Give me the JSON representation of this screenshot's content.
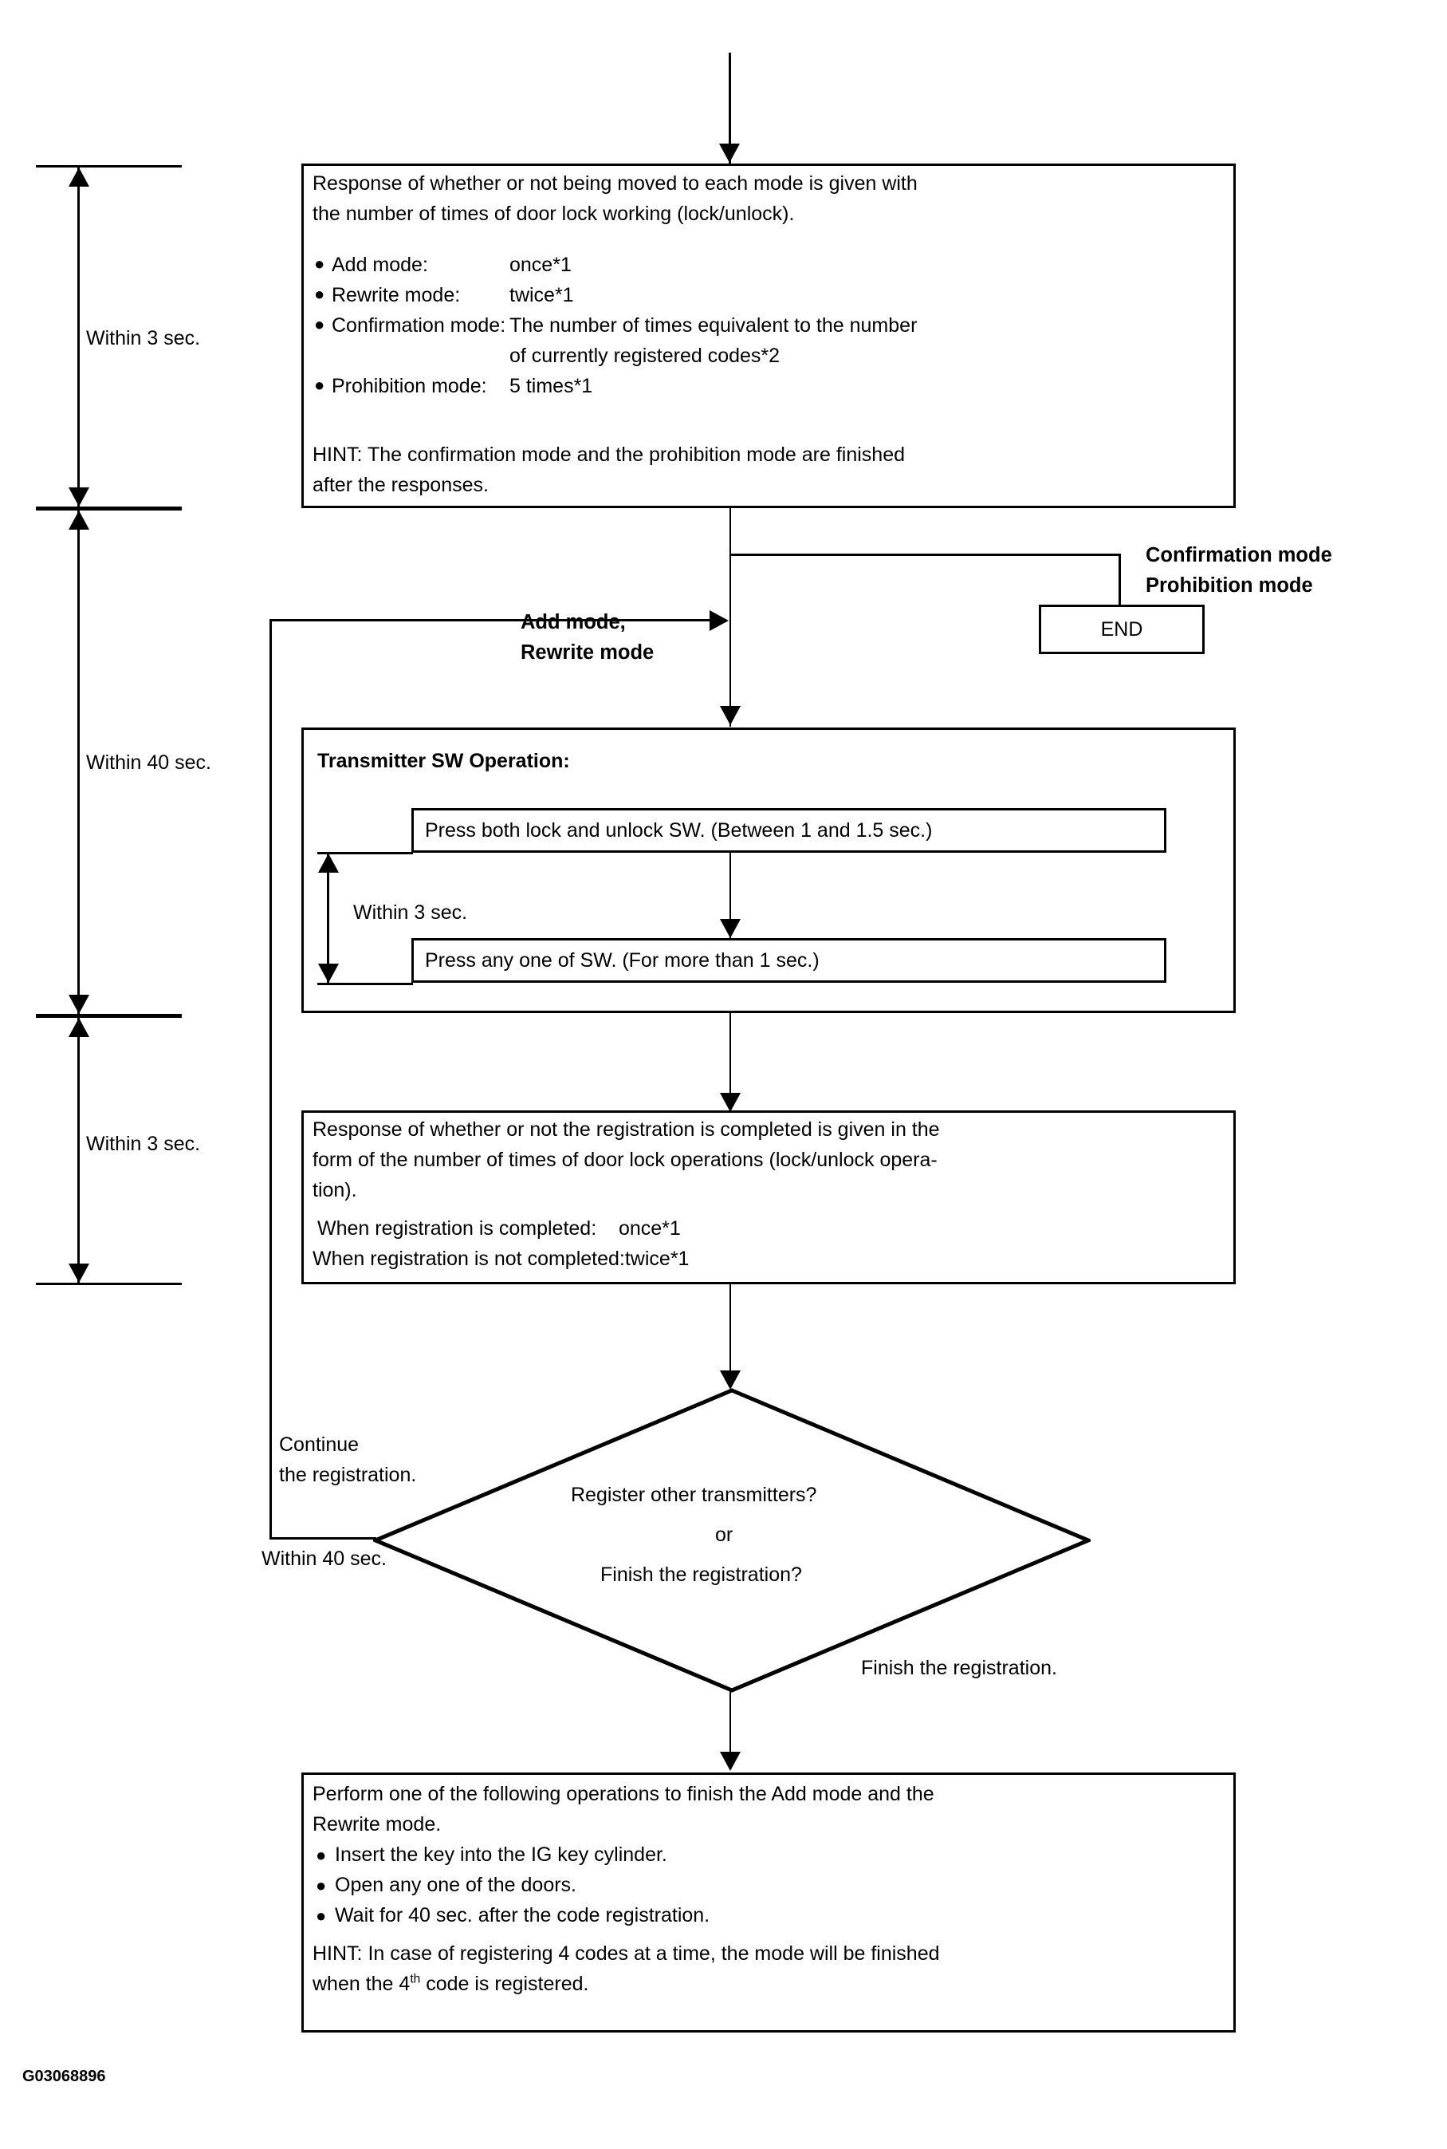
{
  "figure": {
    "code": "G03068896",
    "type": "flowchart",
    "title": "Transmitter code registration flow"
  },
  "time_brackets": [
    {
      "name": "within-3-sec-top",
      "label": "Within 3 sec."
    },
    {
      "name": "within-40-sec-mid",
      "label": "Within 40 sec."
    },
    {
      "name": "within-3-sec-bottom",
      "label": "Within 3 sec."
    },
    {
      "name": "within-3-sec-inner",
      "label": "Within 3 sec."
    },
    {
      "name": "within-40-sec-loop",
      "label": "Within 40 sec."
    }
  ],
  "box_response_mode": {
    "intro_line1": "Response of whether or not being moved to each mode is given with",
    "intro_line2": "the number of times of door lock working (lock/unlock).",
    "modes": [
      {
        "bullet": "●",
        "name": "Add mode:",
        "value": "once*1",
        "value2": ""
      },
      {
        "bullet": "●",
        "name": "Rewrite mode:",
        "value": "twice*1",
        "value2": ""
      },
      {
        "bullet": "●",
        "name": "Confirmation mode:",
        "value": "The number of times equivalent to the number",
        "value2": "of currently registered codes*2"
      },
      {
        "bullet": "●",
        "name": "Prohibition mode:",
        "value": "5 times*1",
        "value2": ""
      }
    ],
    "hint_line1": "HINT: The confirmation mode and the prohibition mode are finished",
    "hint_line2": "after the responses."
  },
  "branch_labels": {
    "confirmation_mode": "Confirmation mode",
    "prohibition_mode": "Prohibition mode",
    "add_mode": "Add mode,",
    "rewrite_mode": "Rewrite mode"
  },
  "end_node": {
    "label": "END"
  },
  "box_transmitter": {
    "title": "Transmitter SW Operation:",
    "step1": "Press both lock and unlock SW. (Between 1 and 1.5 sec.)",
    "step2": "Press any one of SW. (For more than 1 sec.)",
    "inner_bracket_label": "Within 3 sec."
  },
  "box_registration_response": {
    "line1": "Response of whether or not the registration is completed is given in the",
    "line2": "form of the number of times of door lock operations (lock/unlock opera-",
    "line3": "tion).",
    "row1": "When registration is completed:    once*1",
    "row2": "When registration is not completed:twice*1"
  },
  "decision": {
    "line1": "Register other transmitters?",
    "line2": "or",
    "line3": "Finish the registration?",
    "branch_continue_line1": "Continue",
    "branch_continue_line2": "the registration.",
    "branch_continue_time": "Within 40 sec.",
    "branch_finish": "Finish the registration."
  },
  "box_finish": {
    "line1": "Perform one of the following operations to finish the Add mode and the",
    "line2": "Rewrite mode.",
    "bullets": [
      "Insert the key into the IG key cylinder.",
      "Open any one of the doors.",
      "Wait for 40 sec. after the code registration."
    ],
    "hint_line1": "HINT: In case of registering 4 codes at a time, the mode will be finished",
    "hint_line2_pre": "when the 4",
    "hint_line2_sup": "th",
    "hint_line2_post": " code is registered."
  },
  "colors": {
    "ink": "#000000",
    "paper": "#ffffff"
  }
}
